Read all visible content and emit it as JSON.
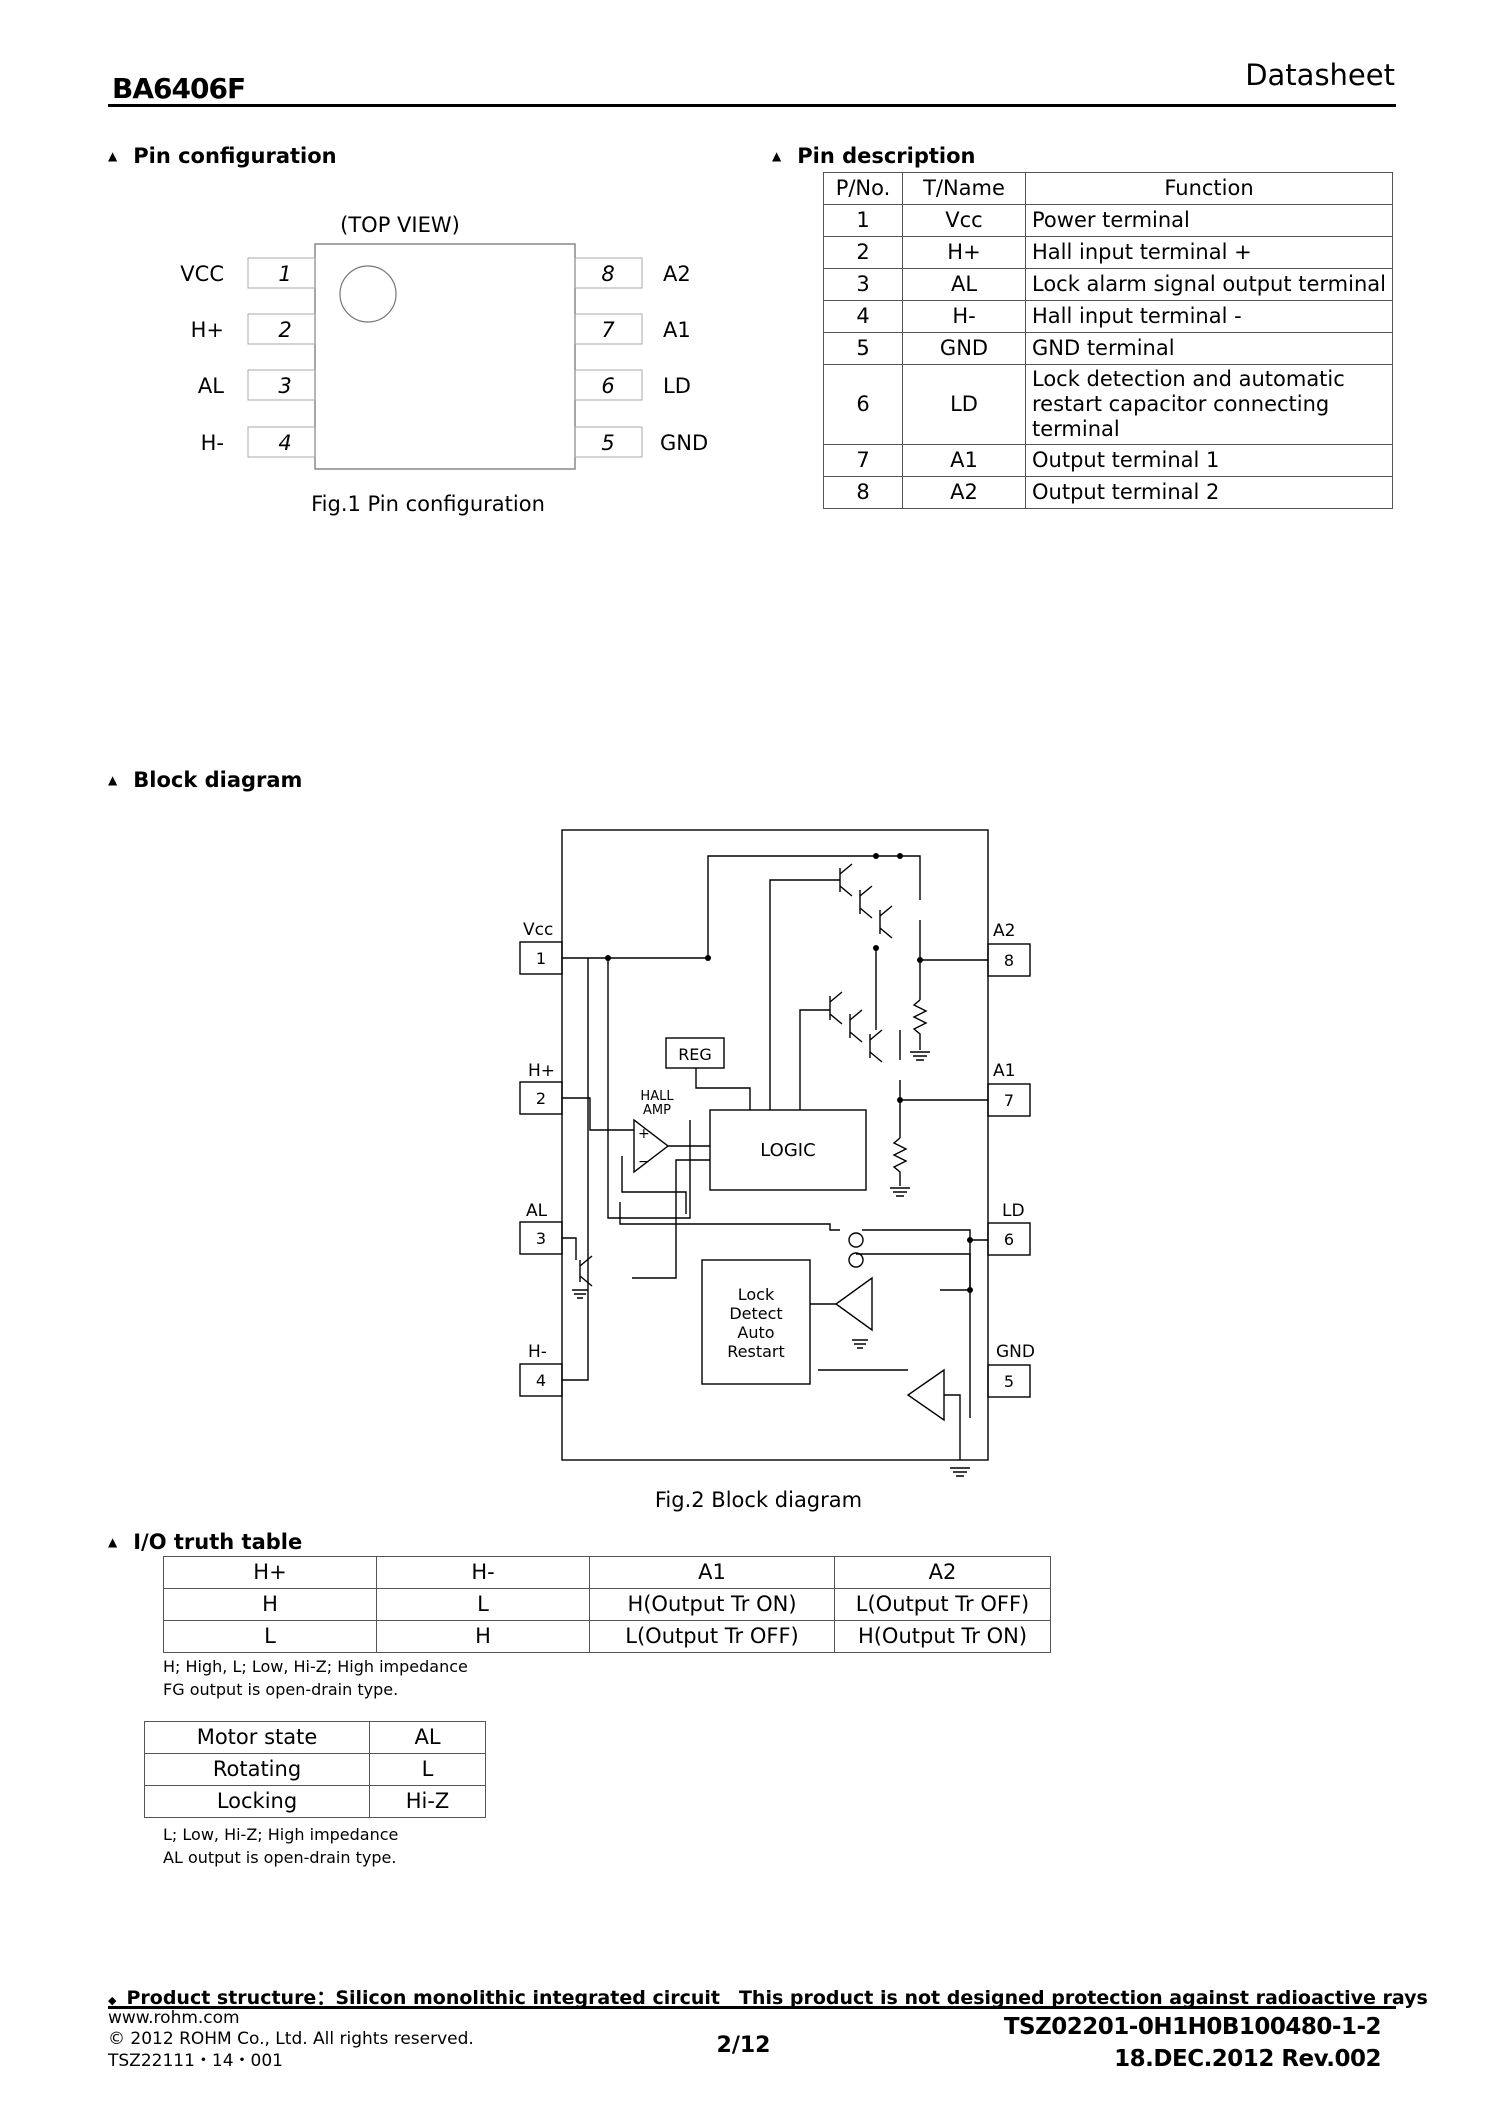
{
  "header": {
    "part": "BA6406F",
    "doc_type": "Datasheet"
  },
  "pin_config": {
    "section_title": "Pin configuration",
    "top_view": "(TOP VIEW)",
    "left_pins": [
      {
        "name": "VCC",
        "num": "1"
      },
      {
        "name": "H+",
        "num": "2"
      },
      {
        "name": "AL",
        "num": "3"
      },
      {
        "name": "H-",
        "num": "4"
      }
    ],
    "right_pins": [
      {
        "num": "8",
        "name": "A2"
      },
      {
        "num": "7",
        "name": "A1"
      },
      {
        "num": "6",
        "name": "LD"
      },
      {
        "num": "5",
        "name": "GND"
      }
    ],
    "caption": "Fig.1 Pin configuration"
  },
  "pin_description": {
    "section_title": "Pin description",
    "headers": [
      "P/No.",
      "T/Name",
      "Function"
    ],
    "rows": [
      [
        "1",
        "Vcc",
        "Power terminal"
      ],
      [
        "2",
        "H+",
        "Hall input terminal +"
      ],
      [
        "3",
        "AL",
        "Lock alarm signal output terminal"
      ],
      [
        "4",
        "H-",
        "Hall input terminal -"
      ],
      [
        "5",
        "GND",
        "GND terminal"
      ],
      [
        "6",
        "LD",
        "Lock detection and automatic restart capacitor connecting terminal"
      ],
      [
        "7",
        "A1",
        "Output terminal 1"
      ],
      [
        "8",
        "A2",
        "Output terminal 2"
      ]
    ]
  },
  "block_diagram": {
    "section_title": "Block diagram",
    "caption": "Fig.2 Block diagram",
    "pins": [
      {
        "label": "Vcc",
        "num": "1"
      },
      {
        "label": "H+",
        "num": "2"
      },
      {
        "label": "AL",
        "num": "3"
      },
      {
        "label": "H-",
        "num": "4"
      },
      {
        "label": "A2",
        "num": "8"
      },
      {
        "label": "A1",
        "num": "7"
      },
      {
        "label": "LD",
        "num": "6"
      },
      {
        "label": "GND",
        "num": "5"
      }
    ],
    "blocks": {
      "reg": "REG",
      "hall_amp_1": "HALL",
      "hall_amp_2": "AMP",
      "logic": "LOGIC",
      "lock_1": "Lock",
      "lock_2": "Detect",
      "lock_3": "Auto",
      "lock_4": "Restart"
    }
  },
  "io_truth": {
    "section_title": "I/O truth table",
    "headers": [
      "H+",
      "H-",
      "A1",
      "A2"
    ],
    "rows": [
      [
        "H",
        "L",
        "H(Output Tr ON)",
        "L(Output Tr OFF)"
      ],
      [
        "L",
        "H",
        "L(Output Tr OFF)",
        "H(Output Tr ON)"
      ]
    ],
    "notes": [
      "H; High, L; Low, Hi-Z; High impedance",
      "FG output is open-drain type."
    ]
  },
  "motor_table": {
    "headers": [
      "Motor state",
      "AL"
    ],
    "rows": [
      [
        "Rotating",
        "L"
      ],
      [
        "Locking",
        "Hi-Z"
      ]
    ],
    "notes": [
      "L; Low, Hi-Z; High impedance",
      "AL output is open-drain type."
    ]
  },
  "footer": {
    "structure_note": "Product structure：Silicon monolithic integrated circuit　This product is not designed protection against radioactive rays",
    "website": "www.rohm.com",
    "copyright": "© 2012 ROHM Co., Ltd. All rights reserved.",
    "form_code": "TSZ22111・14・001",
    "page": "2/12",
    "doc_code": "TSZ02201-0H1H0B100480-1-2",
    "date_rev": "18.DEC.2012 Rev.002"
  }
}
